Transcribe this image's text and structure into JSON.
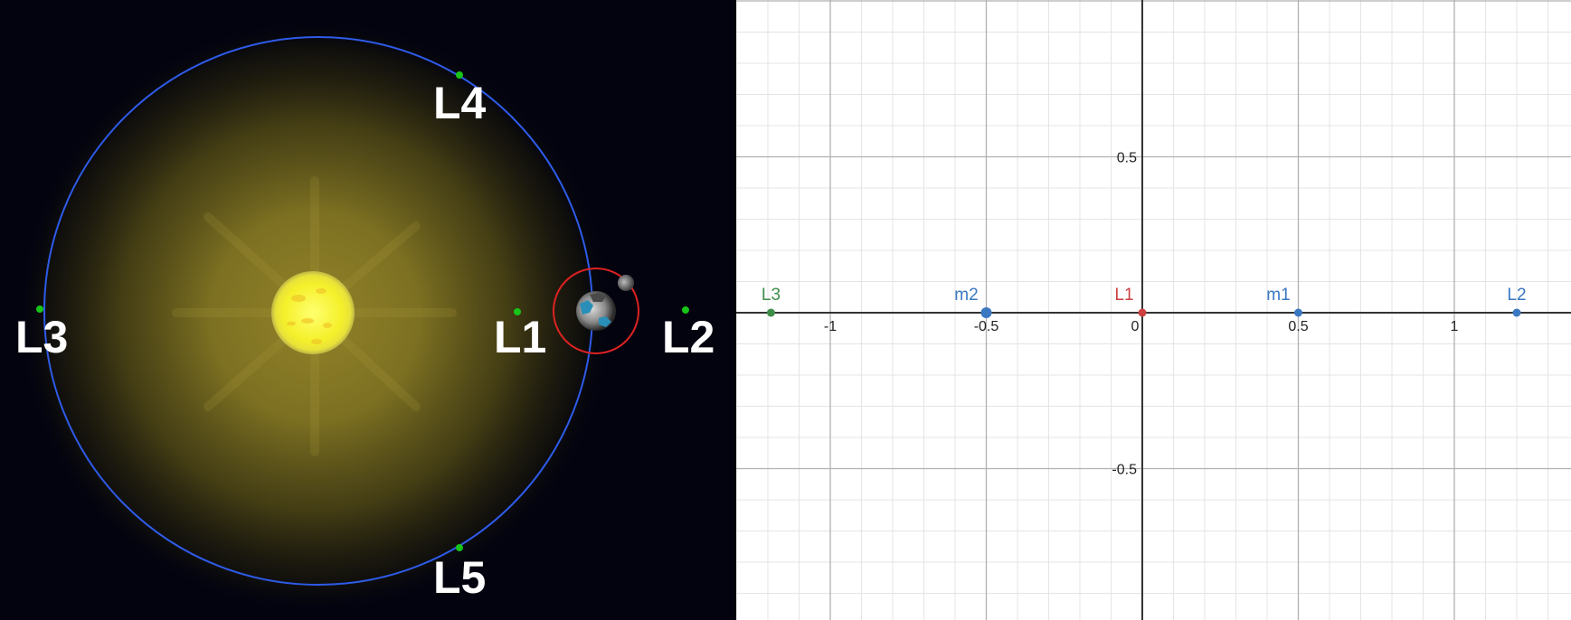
{
  "colors": {
    "space_background": "#02030f",
    "glow": "#9a8a2a",
    "sun": "#f5f02a",
    "orbit_line": "#2e5be8",
    "earth_orbit": "#dd2222",
    "lagrange_dot": "#19c419",
    "lagrange_text": "#ffffff",
    "graph_blue": "#3a78c2",
    "graph_red": "#cc4040",
    "graph_green": "#3e8e48"
  },
  "diagram": {
    "labels": {
      "l1": "L1",
      "l2": "L2",
      "l3": "L3",
      "l4": "L4",
      "l5": "L5"
    }
  },
  "chart_data": {
    "type": "scatter",
    "title": "",
    "xlabel": "",
    "ylabel": "",
    "xlim": [
      -1.3,
      1.37
    ],
    "ylim": [
      -1,
      1
    ],
    "grid": true,
    "x_ticks": [
      -1,
      -0.5,
      0,
      0.5,
      1
    ],
    "x_tick_labels": [
      "-1",
      "-0.5",
      "0",
      "0.5",
      "1"
    ],
    "y_ticks": [
      0.5,
      -0.5
    ],
    "y_tick_labels": [
      "0.5",
      "-0.5"
    ],
    "points": [
      {
        "label": "L3",
        "x": -1.19,
        "y": 0,
        "color": "#3e8e48",
        "size": "small"
      },
      {
        "label": "m2",
        "x": -0.5,
        "y": 0,
        "color": "#3a78c2",
        "size": "large"
      },
      {
        "label": "L1",
        "x": 0,
        "y": 0,
        "color": "#cc4040",
        "size": "small"
      },
      {
        "label": "m1",
        "x": 0.5,
        "y": 0,
        "color": "#3a78c2",
        "size": "small"
      },
      {
        "label": "L2",
        "x": 1.2,
        "y": 0,
        "color": "#3a78c2",
        "size": "small"
      }
    ]
  }
}
